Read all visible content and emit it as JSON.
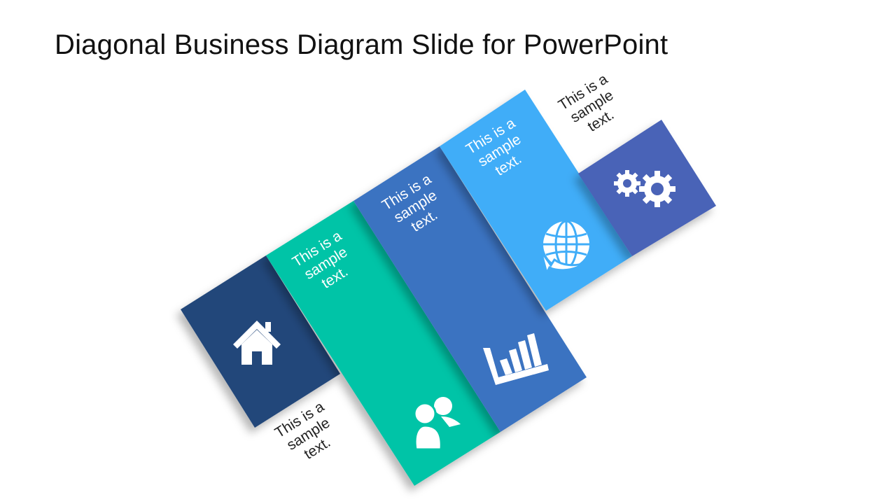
{
  "slide": {
    "title": "Diagonal Business Diagram Slide for PowerPoint"
  },
  "colors": {
    "navy": "#22477A",
    "teal": "#00C4A7",
    "blue": "#3A73C1",
    "light_blue": "#40ADF8",
    "indigo": "#4A63B7",
    "caption_dark": "#222222",
    "caption_light": "#FFFFFF"
  },
  "blocks": [
    {
      "id": "block-1",
      "color_key": "navy",
      "icon": "house-icon",
      "caption": [
        "This is a",
        "sample",
        "text."
      ],
      "caption_inside": false
    },
    {
      "id": "block-2",
      "color_key": "teal",
      "icon": "people-icon",
      "caption": [
        "This is a",
        "sample",
        "text."
      ],
      "caption_inside": true
    },
    {
      "id": "block-3",
      "color_key": "blue",
      "icon": "bar-chart-icon",
      "caption": [
        "This is a",
        "sample",
        "text."
      ],
      "caption_inside": true
    },
    {
      "id": "block-4",
      "color_key": "light_blue",
      "icon": "globe-icon",
      "caption": [
        "This is a",
        "sample",
        "text."
      ],
      "caption_inside": true
    },
    {
      "id": "block-5",
      "color_key": "indigo",
      "icon": "gears-icon",
      "caption": [
        "This is a",
        "sample",
        "text."
      ],
      "caption_inside": false
    }
  ]
}
